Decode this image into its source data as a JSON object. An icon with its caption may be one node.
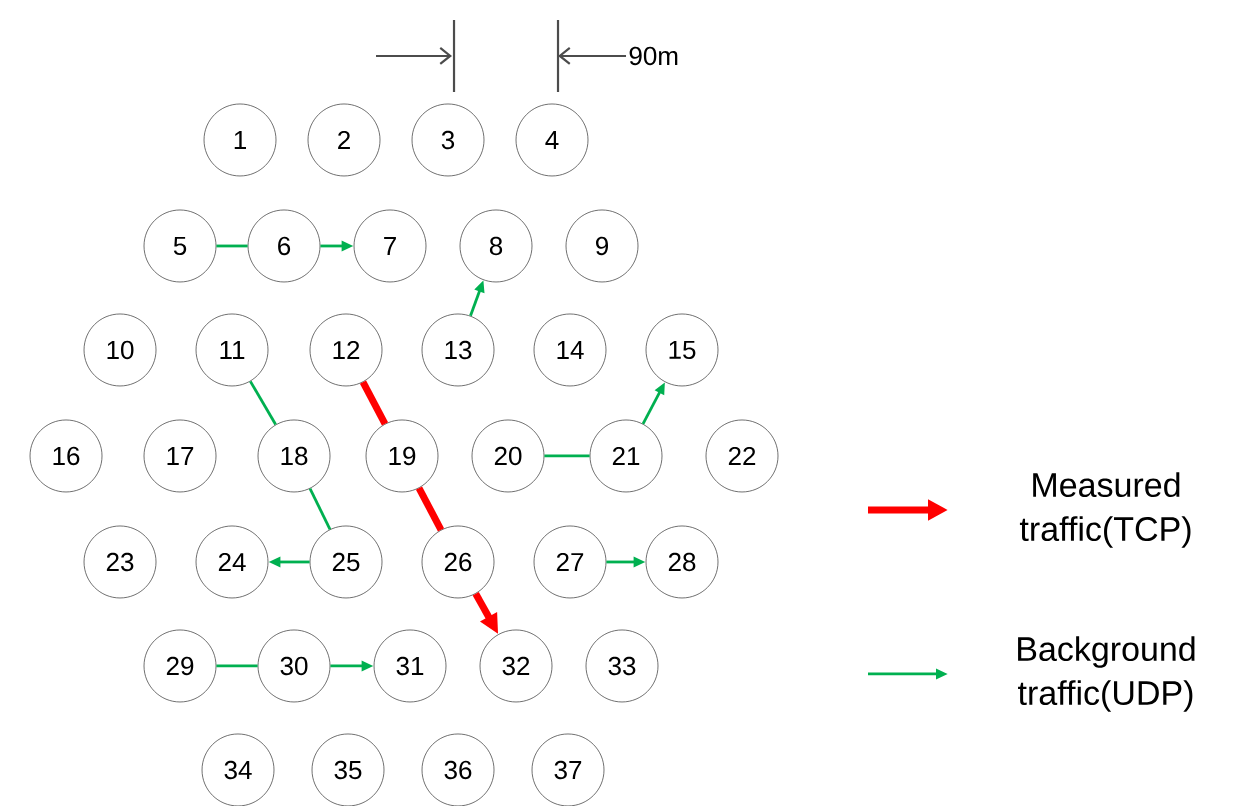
{
  "diagram": {
    "nodes": [
      {
        "text": [
          "1"
        ]
      },
      {
        "text": [
          "2"
        ]
      },
      {
        "text": [
          "3"
        ]
      },
      {
        "text": [
          "4"
        ]
      },
      {
        "text": [
          "5"
        ]
      },
      {
        "text": [
          "6"
        ]
      },
      {
        "text": [
          "7"
        ]
      },
      {
        "text": [
          "8"
        ]
      },
      {
        "text": [
          "9"
        ]
      },
      {
        "text": [
          "10"
        ]
      },
      {
        "text": [
          "11"
        ]
      },
      {
        "text": [
          "12"
        ]
      },
      {
        "text": [
          "13"
        ]
      },
      {
        "text": [
          "14"
        ]
      },
      {
        "text": [
          "15"
        ]
      },
      {
        "text": [
          "16"
        ]
      },
      {
        "text": [
          "17"
        ]
      },
      {
        "text": [
          "18"
        ]
      },
      {
        "text": [
          "19"
        ]
      },
      {
        "text": [
          "20"
        ]
      },
      {
        "text": [
          "21"
        ]
      },
      {
        "text": [
          "22"
        ]
      },
      {
        "text": [
          "23"
        ]
      },
      {
        "text": [
          "24"
        ]
      },
      {
        "text": [
          "25"
        ]
      },
      {
        "text": [
          "26"
        ]
      },
      {
        "text": [
          "27"
        ]
      },
      {
        "text": [
          "28"
        ]
      },
      {
        "text": [
          "29"
        ]
      },
      {
        "text": [
          "30"
        ]
      },
      {
        "text": [
          "31"
        ]
      },
      {
        "text": [
          "32"
        ]
      },
      {
        "text": [
          "33"
        ]
      },
      {
        "text": [
          "34"
        ]
      },
      {
        "text": [
          "35"
        ]
      },
      {
        "text": [
          "36"
        ]
      },
      {
        "text": [
          "37"
        ]
      }
    ],
    "edges": [
      {
        "from": 4,
        "to": 5,
        "arrow": "none"
      },
      {
        "from": 5,
        "to": 6,
        "arrow": "to"
      },
      {
        "from": 12,
        "to": 7,
        "arrow": "to"
      },
      {
        "from": 10,
        "to": 17,
        "arrow": "none"
      },
      {
        "from": 17,
        "to": 24,
        "arrow": "none"
      },
      {
        "from": 24,
        "to": 23,
        "arrow": "to"
      },
      {
        "from": 11,
        "to": 18,
        "arrow": "none",
        "style": "thick",
        "color": "#ff0000"
      },
      {
        "from": 18,
        "to": 25,
        "arrow": "none",
        "style": "thick",
        "color": "#ff0000"
      },
      {
        "from": 25,
        "to": 31,
        "arrow": "to",
        "style": "thick",
        "color": "#ff0000"
      },
      {
        "from": 19,
        "to": 20,
        "arrow": "none"
      },
      {
        "from": 20,
        "to": 14,
        "arrow": "to"
      },
      {
        "from": 26,
        "to": 27,
        "arrow": "to"
      },
      {
        "from": 28,
        "to": 29,
        "arrow": "none"
      },
      {
        "from": 29,
        "to": 30,
        "arrow": "to"
      }
    ],
    "labels": [
      "90m"
    ],
    "legend": [
      {
        "text": "Measured traffic(TCP)"
      },
      {
        "text": "Background traffic(UDP)"
      }
    ]
  }
}
